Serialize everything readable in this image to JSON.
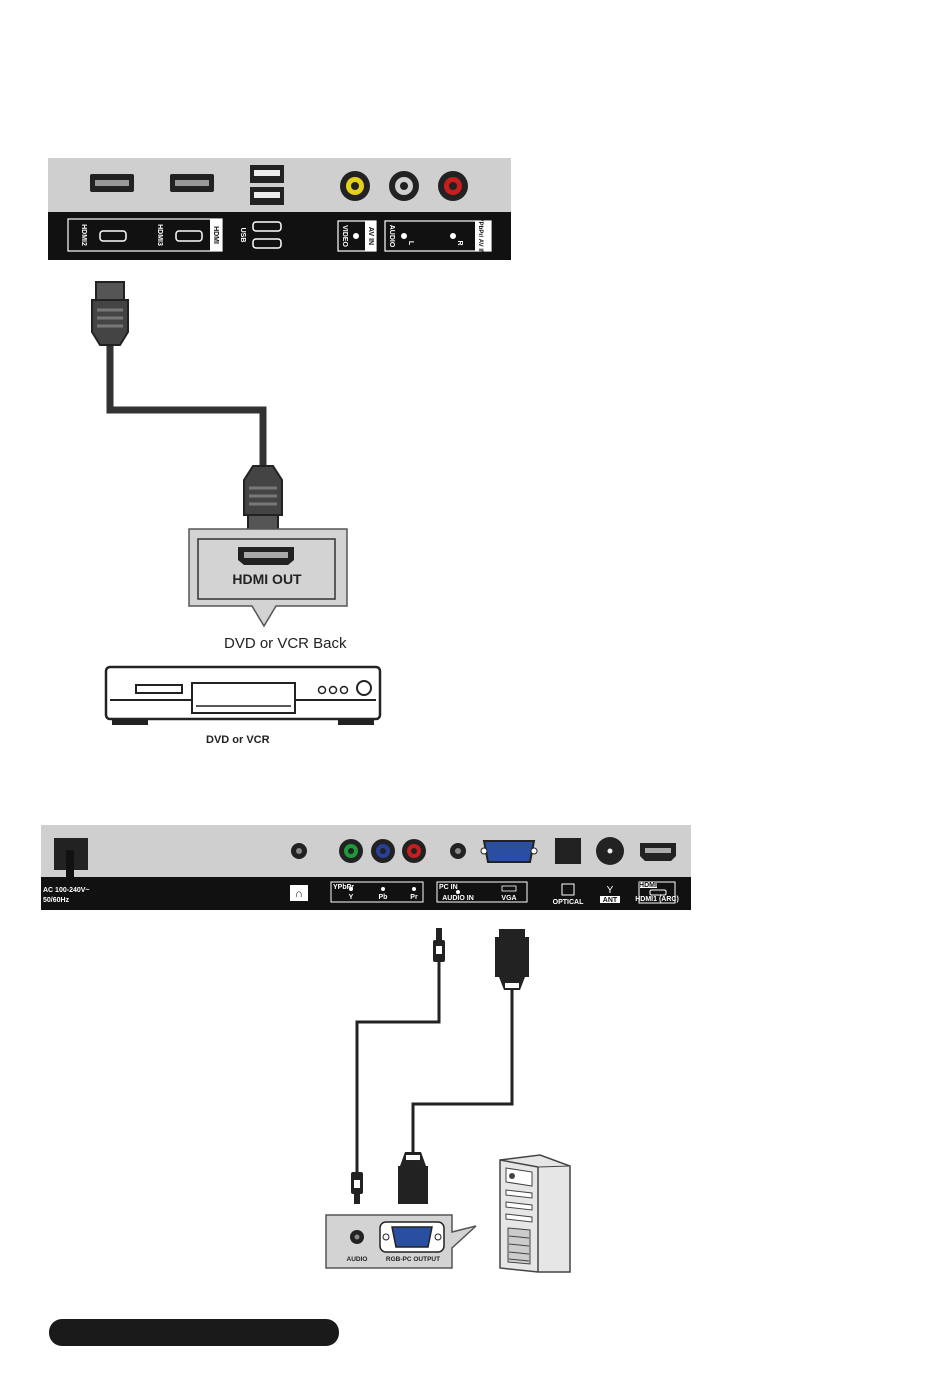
{
  "top_panel": {
    "labels": {
      "hdmi2": "HDMI2",
      "hdmi3": "HDMI3",
      "hdmi": "HDMI",
      "usb": "USB",
      "av_in": "AV IN",
      "video": "VIDEO",
      "audio": "AUDIO",
      "l": "L",
      "r": "R",
      "ypbpr_av_in": "YPbPr/ AV IN"
    },
    "rca_colors": [
      "#e6d11a",
      "#cfcfcf",
      "#c81e1e"
    ]
  },
  "hdmi_device": {
    "port_label": "HDMI OUT",
    "back_label": "DVD or VCR Back",
    "device_label": "DVD or VCR"
  },
  "bottom_panel": {
    "labels": {
      "ac": "AC 100-240V~",
      "freq": "50/60Hz",
      "ypbpr": "YPbPr",
      "y": "Y",
      "pb": "Pb",
      "pr": "Pr",
      "pc_in": "PC IN",
      "audio_in": "AUDIO IN",
      "vga": "VGA",
      "optical": "OPTICAL",
      "ant": "ANT",
      "hdmi": "HDMI",
      "hdmi_arc": "HDMI1 (ARC)"
    },
    "component_colors": [
      "#1e9a3a",
      "#2a3f9a",
      "#c81e1e"
    ]
  },
  "pc_device": {
    "audio_label": "AUDIO",
    "rgb_label": "RGB-PC OUTPUT"
  },
  "footer_bar": {
    "color": "#1a1a1a"
  }
}
